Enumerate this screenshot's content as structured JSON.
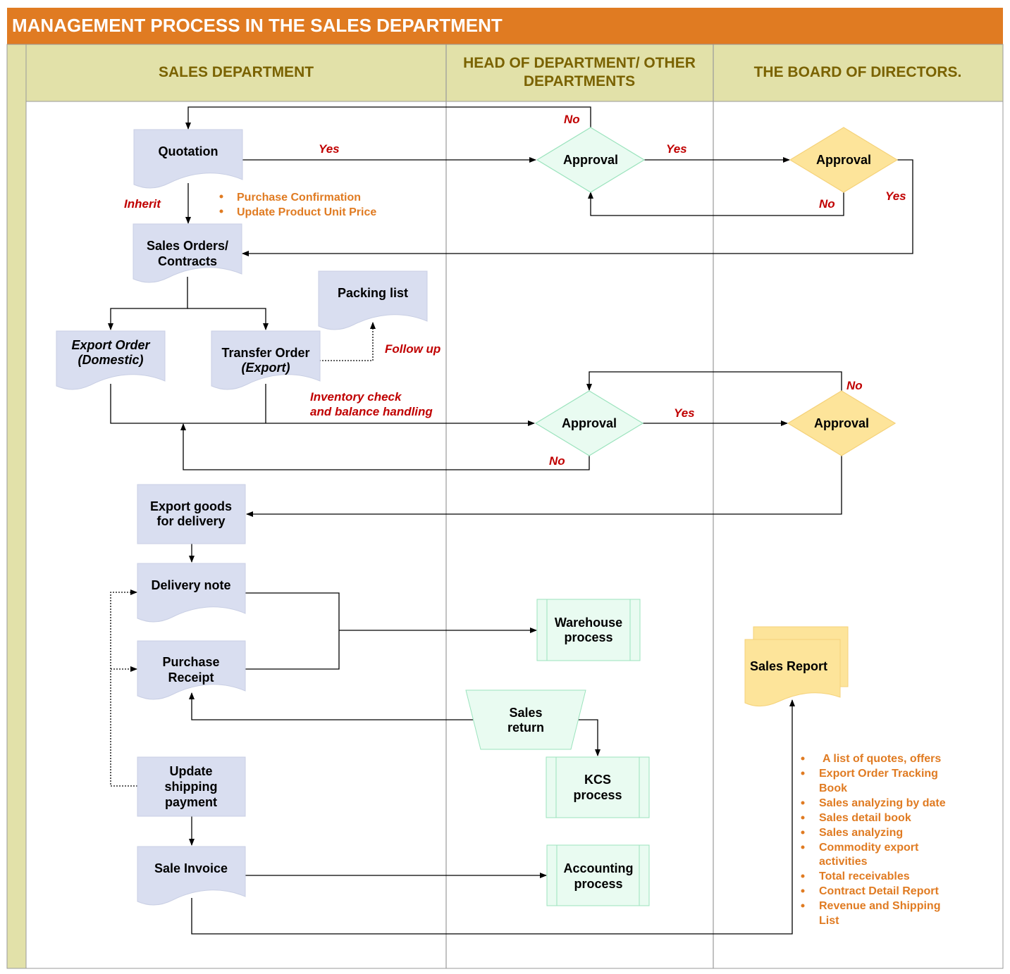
{
  "title": "MANAGEMENT PROCESS IN THE SALES DEPARTMENT",
  "lanes": {
    "sales": "SALES DEPARTMENT",
    "head_line1": "HEAD OF DEPARTMENT/ OTHER",
    "head_line2": "DEPARTMENTS",
    "board": "THE BOARD OF DIRECTORS."
  },
  "nodes": {
    "quotation": "Quotation",
    "sales_orders_l1": "Sales Orders/",
    "sales_orders_l2": "Contracts",
    "packing_list": "Packing list",
    "export_order_l1": "Export Order",
    "export_order_l2": "(Domestic)",
    "transfer_order_l1": "Transfer Order",
    "transfer_order_l2": "(Export)",
    "approval": "Approval",
    "export_goods_l1": "Export goods",
    "export_goods_l2": "for delivery",
    "delivery_note": "Delivery note",
    "purchase_receipt_l1": "Purchase",
    "purchase_receipt_l2": "Receipt",
    "update_shipping_l1": "Update",
    "update_shipping_l2": "shipping",
    "update_shipping_l3": "payment",
    "sale_invoice": "Sale Invoice",
    "warehouse_l1": "Warehouse",
    "warehouse_l2": "process",
    "sales_return_l1": "Sales",
    "sales_return_l2": "return",
    "kcs_l1": "KCS",
    "kcs_l2": "process",
    "accounting_l1": "Accounting",
    "accounting_l2": "process",
    "sales_report": "Sales Report"
  },
  "labels": {
    "yes": "Yes",
    "no": "No",
    "inherit": "Inherit",
    "follow_up": "Follow up",
    "inventory_l1": "Inventory check",
    "inventory_l2": "and balance handling"
  },
  "quotation_notes": [
    "Purchase Confirmation",
    "Update Product Unit Price"
  ],
  "report_list": [
    "A list of quotes, offers",
    "Export Order Tracking",
    "Book",
    "Sales analyzing by date",
    "Sales detail book",
    "Sales analyzing",
    "Commodity export",
    "activities",
    "Total receivables",
    "Contract Detail Report",
    "Revenue and Shipping",
    "List"
  ],
  "colors": {
    "title_bg": "#e07b22",
    "lane_header_bg": "#e2e1a9",
    "doc_fill": "#d9def0",
    "green_fill": "#e9fbf1",
    "board_fill": "#fde49a",
    "red_label": "#c00000",
    "orange_text": "#e07b22"
  }
}
